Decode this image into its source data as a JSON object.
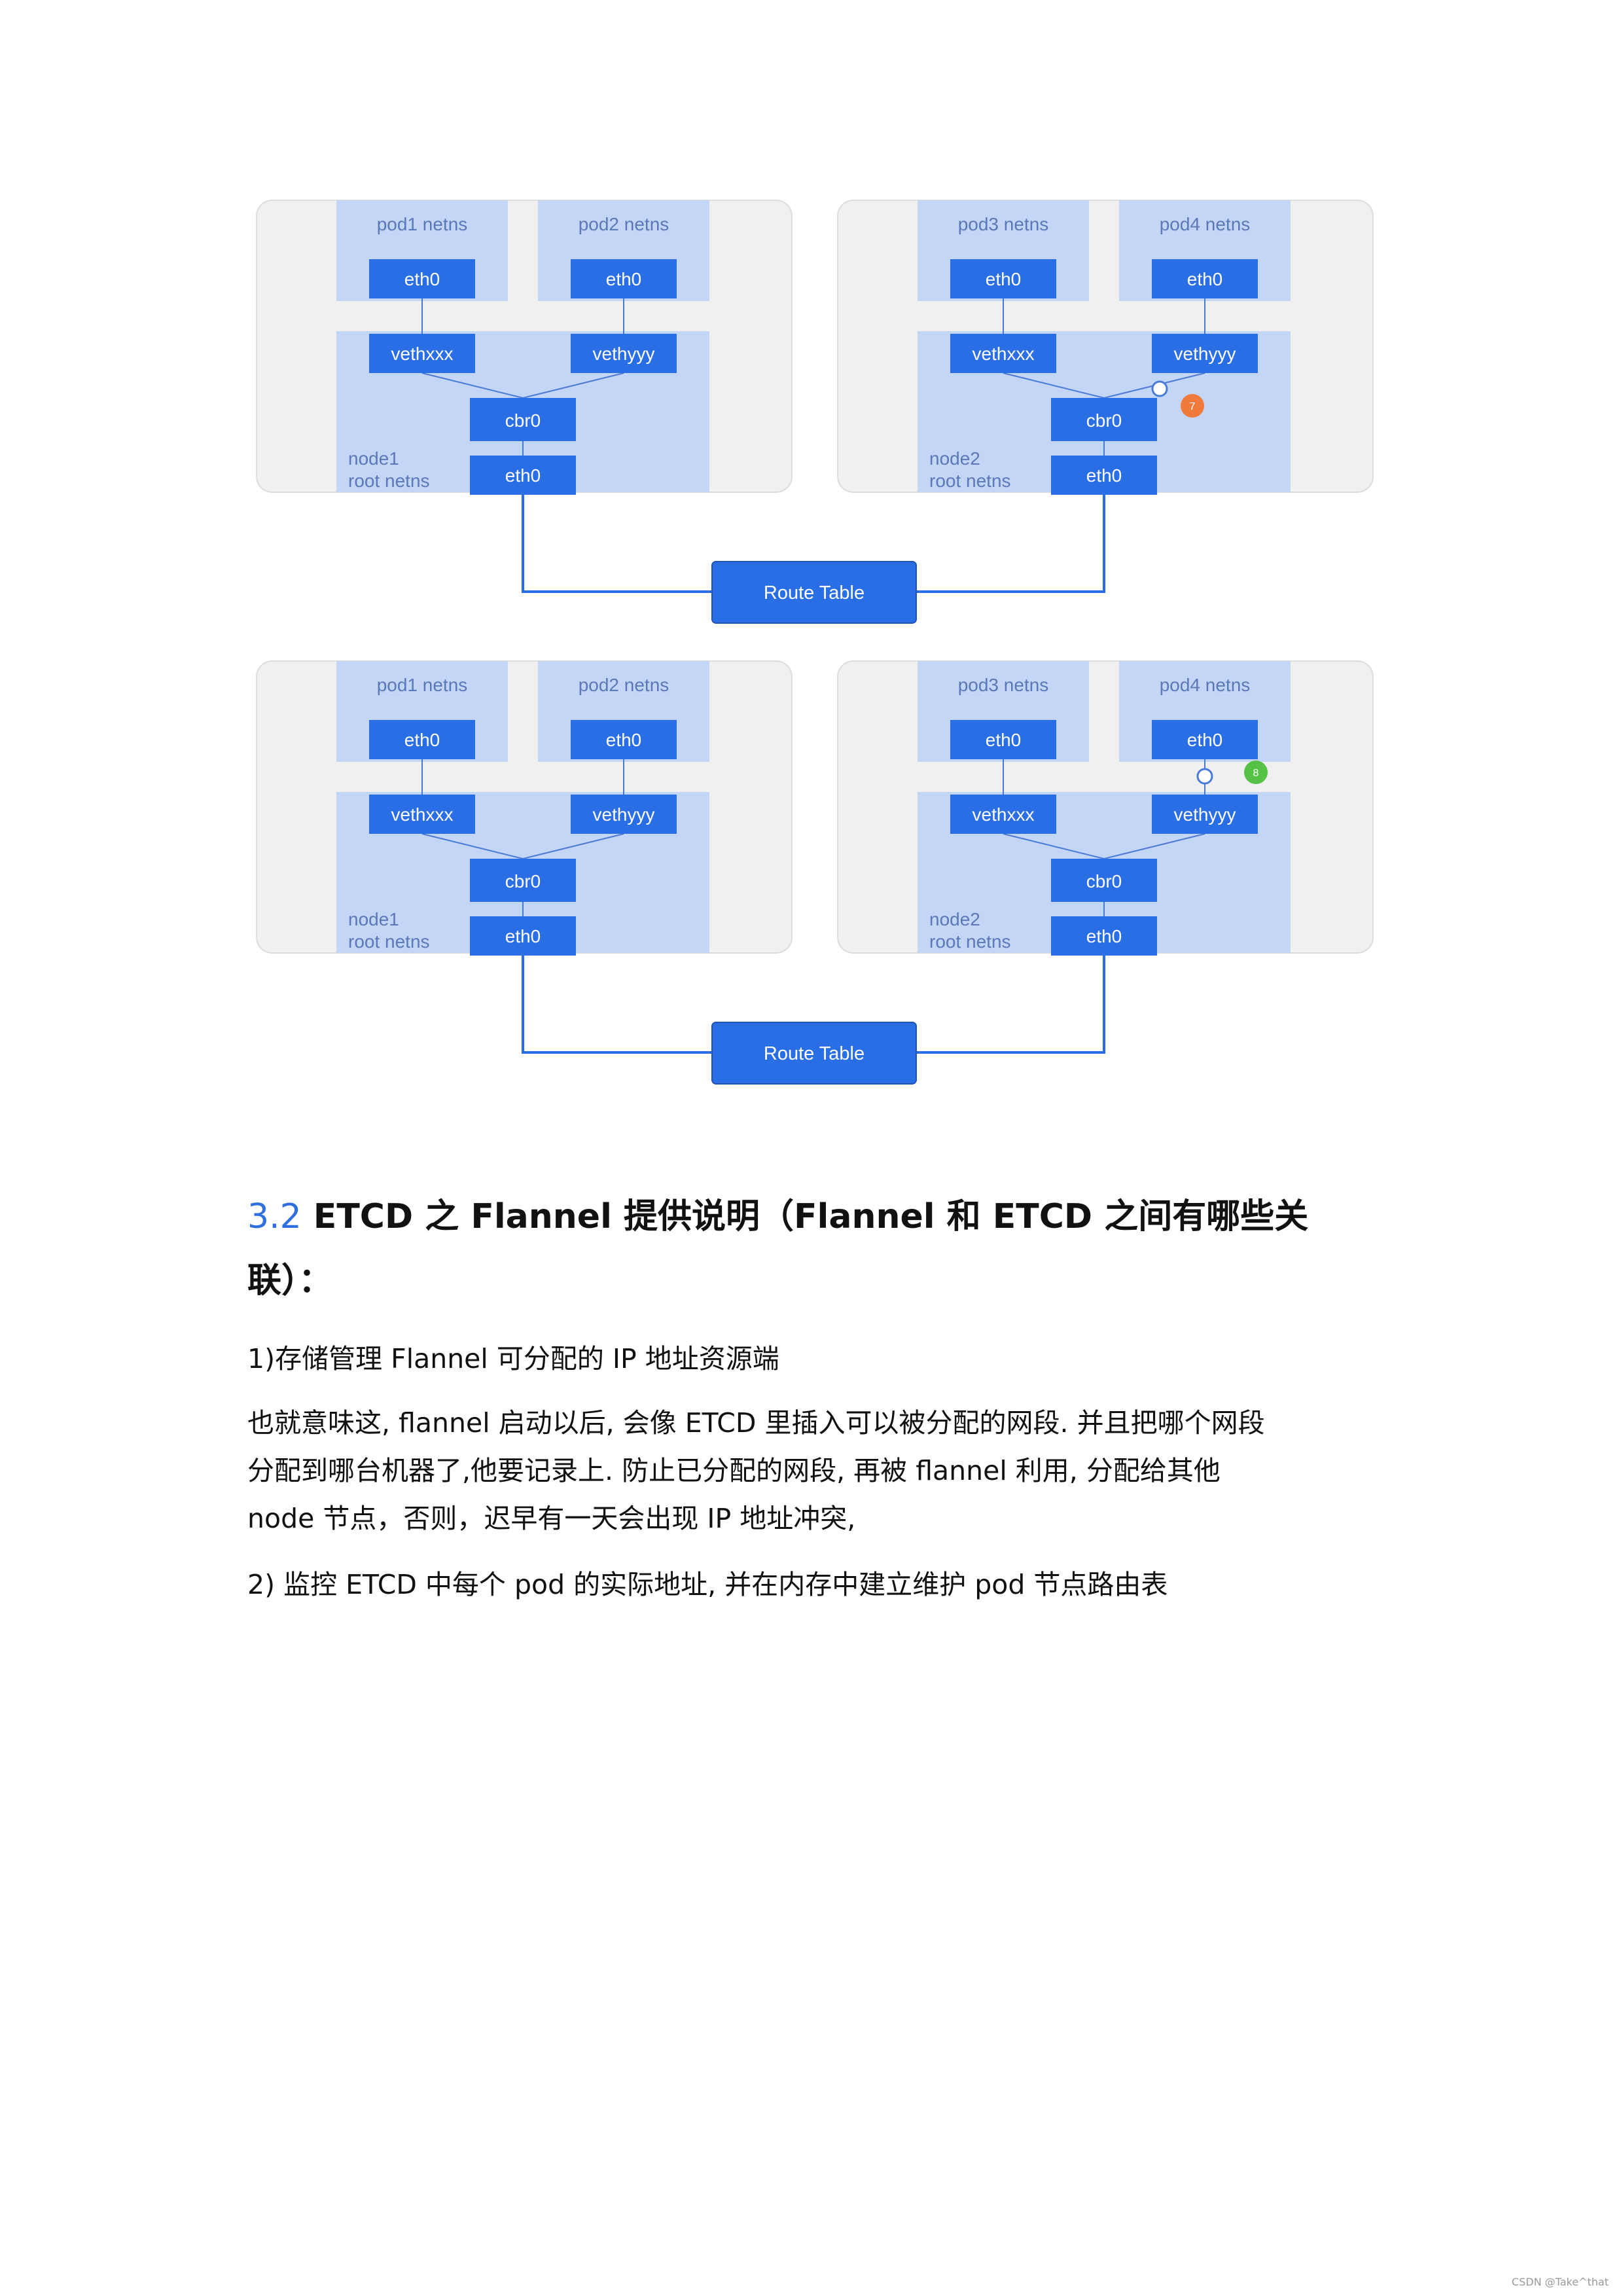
{
  "diagrams": [
    {
      "pod_a": "pod1 netns",
      "pod_b": "pod2 netns",
      "pod_c": "pod3 netns",
      "pod_d": "pod4 netns",
      "eth0": "eth0",
      "veth_a": "vethxxx",
      "veth_b": "vethyyy",
      "bridge": "cbr0",
      "node_left": [
        "node1",
        "root netns"
      ],
      "node_right": [
        "node2",
        "root netns"
      ],
      "route_table": "Route Table",
      "step_badge": "7",
      "step_color": "#f07a3c"
    },
    {
      "pod_a": "pod1 netns",
      "pod_b": "pod2 netns",
      "pod_c": "pod3 netns",
      "pod_d": "pod4 netns",
      "eth0": "eth0",
      "veth_a": "vethxxx",
      "veth_b": "vethyyy",
      "bridge": "cbr0",
      "node_left": [
        "node1",
        "root netns"
      ],
      "node_right": [
        "node2",
        "root netns"
      ],
      "route_table": "Route Table",
      "step_badge": "8",
      "step_color": "#55c246"
    }
  ],
  "colors": {
    "box_dark": "#2a6ee6",
    "box_light": "#c4d6f6",
    "panel_bg": "#f0f0f0",
    "line": "#4a7ad8",
    "heading_number": "#2f6fe0"
  },
  "section": {
    "number": "3.2",
    "title_line1": " ETCD 之 Flannel 提供说明（Flannel 和 ETCD 之间有哪些关",
    "title_line2": "联）："
  },
  "paragraphs": {
    "p1": "1)存储管理 Flannel 可分配的 IP 地址资源端",
    "p2_lines": [
      " 也就意味这, flannel 启动以后, 会像 ETCD 里插入可以被分配的网段. 并且把哪个网段",
      "分配到哪台机器了,他要记录上. 防止已分配的网段, 再被 flannel 利用, 分配给其他",
      "node 节点，否则，迟早有一天会出现 IP 地址冲突,"
    ],
    "p3": "2) 监控 ETCD 中每个 pod 的实际地址, 并在内存中建立维护 pod 节点路由表"
  },
  "watermark": "CSDN @Take^that"
}
